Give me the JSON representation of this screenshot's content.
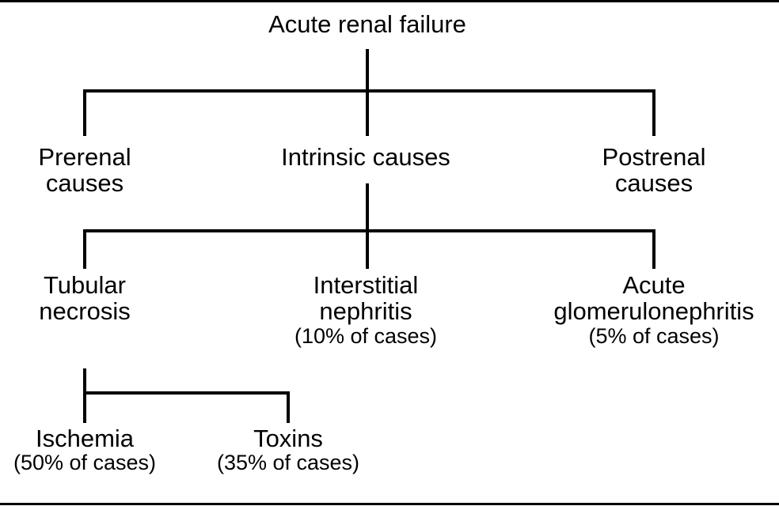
{
  "figure": {
    "title": "Acute renal failure",
    "type": "hierarchy-tree",
    "orientation": "top-down",
    "line_color": "#000000",
    "text_color": "#000000",
    "background_color": "#ffffff"
  },
  "nodes": {
    "root": {
      "id": "acute-renal-failure",
      "line1": "Acute renal failure",
      "level": 1
    },
    "prerenal": {
      "id": "prerenal-causes",
      "line1": "Prerenal",
      "line2": "causes",
      "level": 2
    },
    "intrinsic": {
      "id": "intrinsic-causes",
      "line1": "Intrinsic causes",
      "level": 2
    },
    "postrenal": {
      "id": "postrenal-causes",
      "line1": "Postrenal",
      "line2": "causes",
      "level": 2
    },
    "tubular": {
      "id": "tubular-necrosis",
      "line1": "Tubular",
      "line2": "necrosis",
      "level": 3
    },
    "interstitial": {
      "id": "interstitial-nephritis",
      "line1": "Interstitial",
      "line2": "nephritis",
      "line3": "(10% of cases)",
      "percent": 10,
      "level": 3
    },
    "glomerulonephritis": {
      "id": "acute-glomerulonephritis",
      "line1": "Acute",
      "line2": "glomerulonephritis",
      "line3": "(5% of cases)",
      "percent": 5,
      "level": 3
    },
    "ischemia": {
      "id": "ischemia",
      "line1": "Ischemia",
      "line2": "(50% of cases)",
      "percent": 50,
      "level": 4
    },
    "toxins": {
      "id": "toxins",
      "line1": "Toxins",
      "line2": "(35% of cases)",
      "percent": 35,
      "level": 4
    }
  }
}
